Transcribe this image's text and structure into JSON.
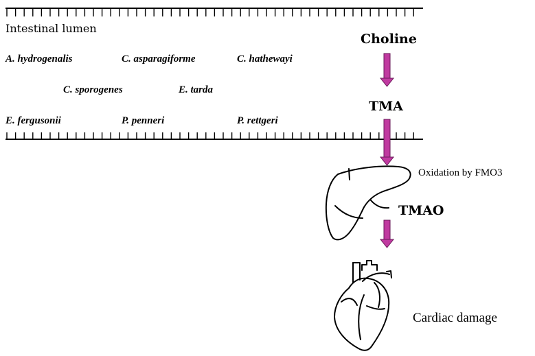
{
  "lumen_label": "Intestinal lumen",
  "bacteria": [
    "A. hydrogenalis",
    "C. asparagiforme",
    "C. hathewayi",
    "C. sporogenes",
    "E. tarda",
    "E. fergusonii",
    "P. penneri",
    "P. rettgeri"
  ],
  "pathway": {
    "choline": "Choline",
    "tma": "TMA",
    "oxidation": "Oxidation by FMO3",
    "tmao": "TMAO",
    "outcome": "Cardiac damage"
  },
  "colors": {
    "arrow": "#c03aa0",
    "arrow_outline": "#6a1a5a",
    "line": "#000000"
  },
  "icons": [
    "liver-icon",
    "heart-icon"
  ]
}
